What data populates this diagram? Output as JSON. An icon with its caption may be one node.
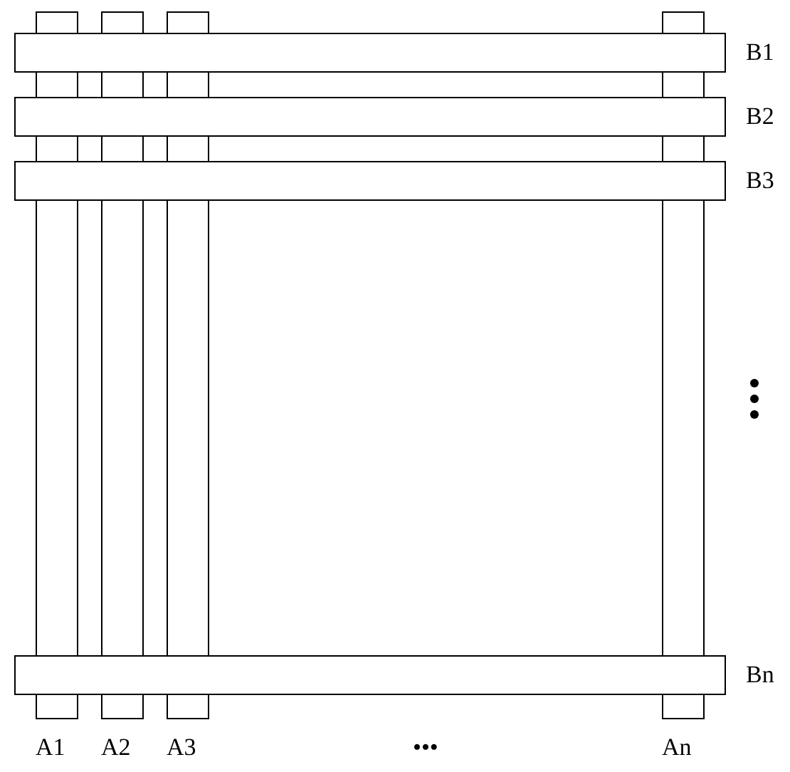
{
  "diagram": {
    "nodes": [
      {
        "text": [
          "A1"
        ]
      },
      {
        "text": [
          "A2"
        ]
      },
      {
        "text": [
          "A3"
        ]
      },
      {
        "text": [
          "An"
        ]
      },
      {
        "text": [
          "B1"
        ]
      },
      {
        "text": [
          "B2"
        ]
      },
      {
        "text": [
          "B3"
        ]
      },
      {
        "text": [
          "Bn"
        ]
      }
    ],
    "labels": [
      "•••"
    ]
  }
}
